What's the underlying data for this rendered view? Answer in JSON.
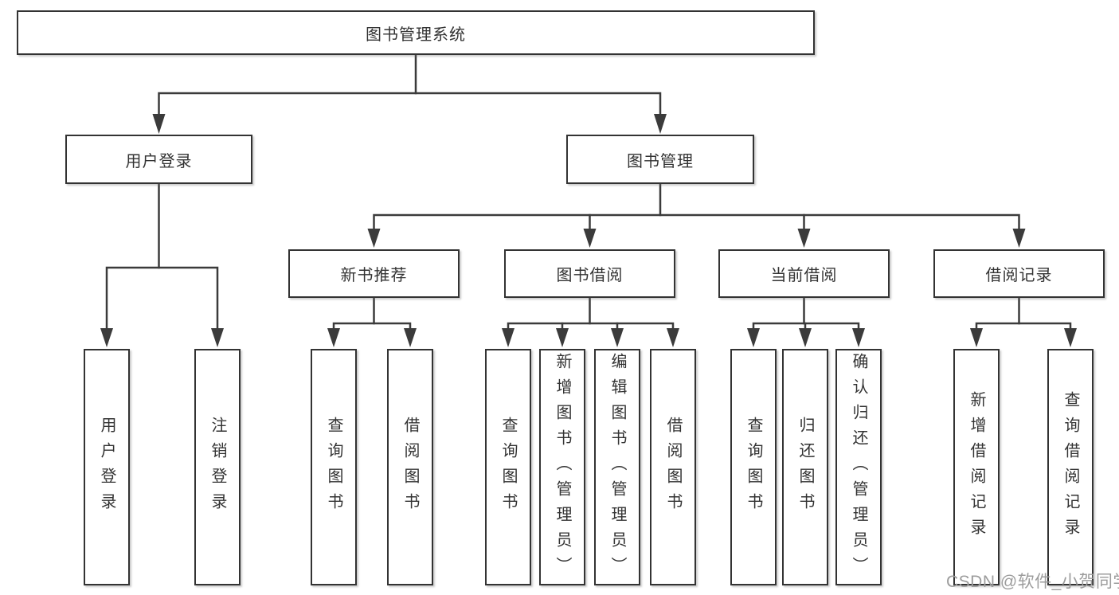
{
  "title": {
    "label": "图书管理系统"
  },
  "level2": [
    {
      "label": "用户登录"
    },
    {
      "label": "图书管理"
    }
  ],
  "level3": [
    {
      "label": "新书推荐"
    },
    {
      "label": "图书借阅"
    },
    {
      "label": "当前借阅"
    },
    {
      "label": "借阅记录"
    }
  ],
  "leaves": [
    {
      "label": "用户登录"
    },
    {
      "label": "注销登录"
    },
    {
      "label": "查询图书"
    },
    {
      "label": "借阅图书"
    },
    {
      "label": "查询图书"
    },
    {
      "label": "新增图书（管理员）"
    },
    {
      "label": "编辑图书（管理员）"
    },
    {
      "label": "借阅图书"
    },
    {
      "label": "查询图书"
    },
    {
      "label": "归还图书"
    },
    {
      "label": "确认归还（管理员）"
    },
    {
      "label": "新增借阅记录"
    },
    {
      "label": "查询借阅记录"
    }
  ],
  "watermark": {
    "label": "CSDN @软件_小贺同学"
  },
  "colors": {
    "line": "#3b3b3b",
    "box-border": "#333333",
    "box-bg": "#ffffff",
    "text": "#333333",
    "watermark": "#9c9c9c",
    "canvas-bg": "#ffffff"
  }
}
